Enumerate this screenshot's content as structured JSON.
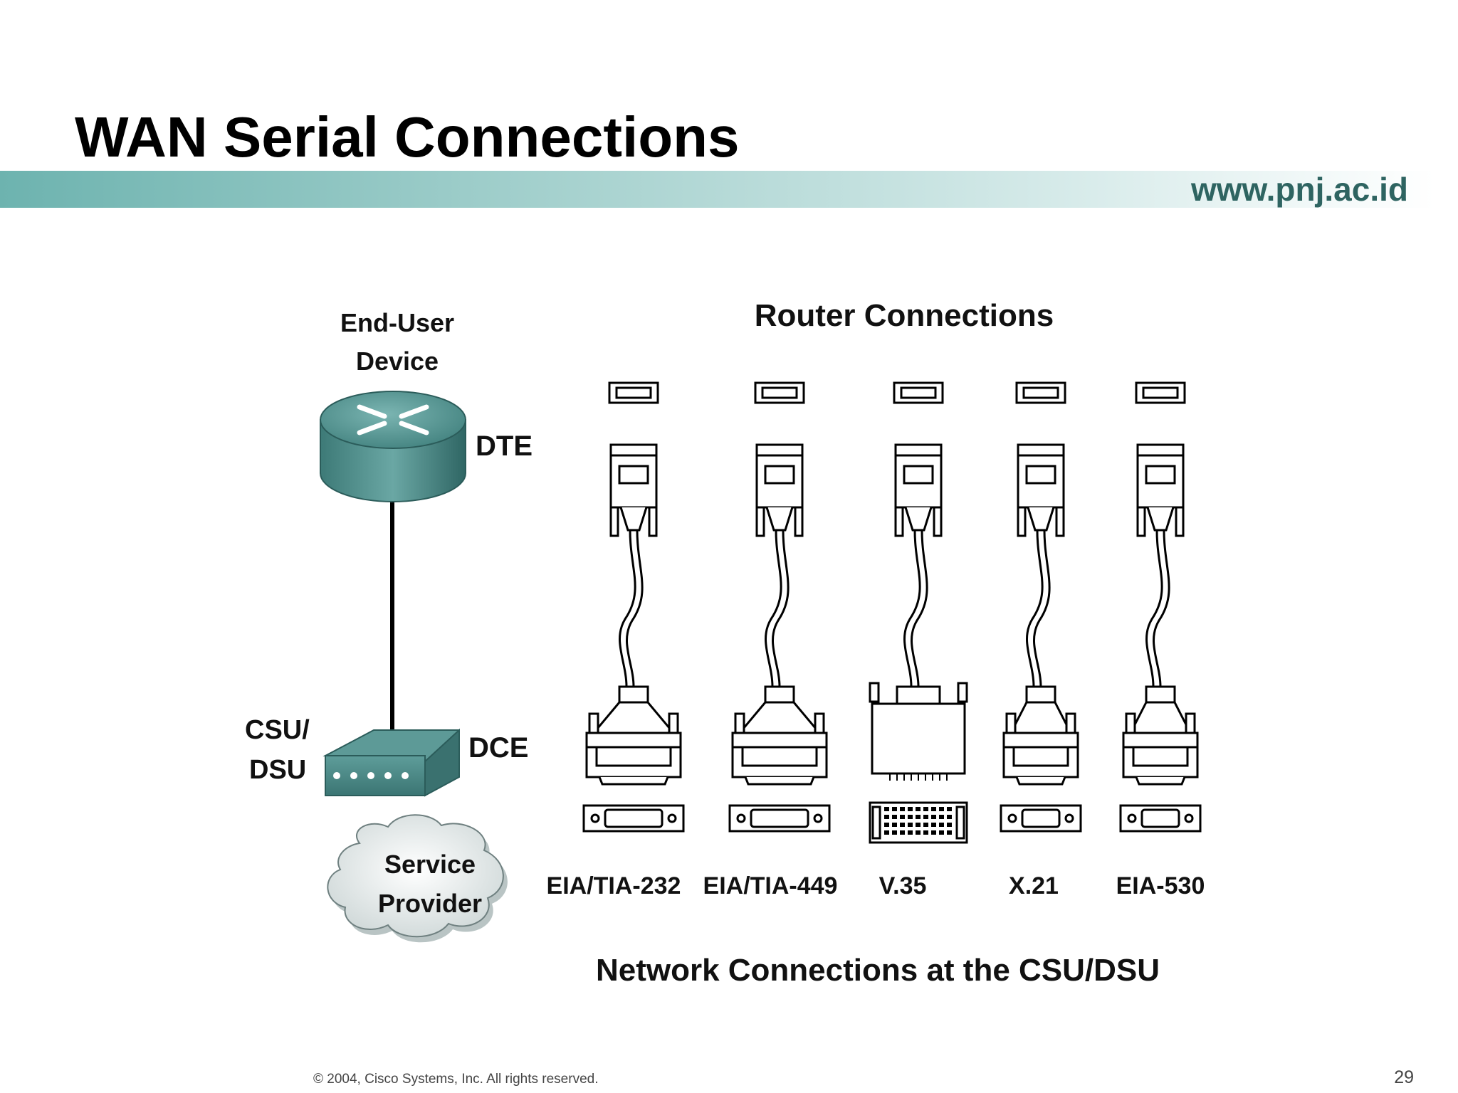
{
  "slide": {
    "title": "WAN Serial Connections",
    "url": "www.pnj.ac.id",
    "footer": "© 2004, Cisco Systems, Inc. All rights reserved.",
    "page_number": "29"
  },
  "diagram": {
    "end_user_device_line1": "End-User",
    "end_user_device_line2": "Device",
    "dte_label": "DTE",
    "csu_dsu_line1": "CSU/",
    "csu_dsu_line2": "DSU",
    "dce_label": "DCE",
    "service_provider_line1": "Service",
    "service_provider_line2": "Provider",
    "router_connections_title": "Router Connections",
    "network_connections_title": "Network Connections at the CSU/DSU",
    "cables": [
      {
        "label": "EIA/TIA-232",
        "connector": "db"
      },
      {
        "label": "EIA/TIA-449",
        "connector": "db"
      },
      {
        "label": "V.35",
        "connector": "v35"
      },
      {
        "label": "X.21",
        "connector": "db"
      },
      {
        "label": "EIA-530",
        "connector": "db"
      }
    ]
  },
  "colors": {
    "router_teal": "#4d8f8c",
    "band_start": "#6db3af",
    "url_text": "#2e6461"
  }
}
